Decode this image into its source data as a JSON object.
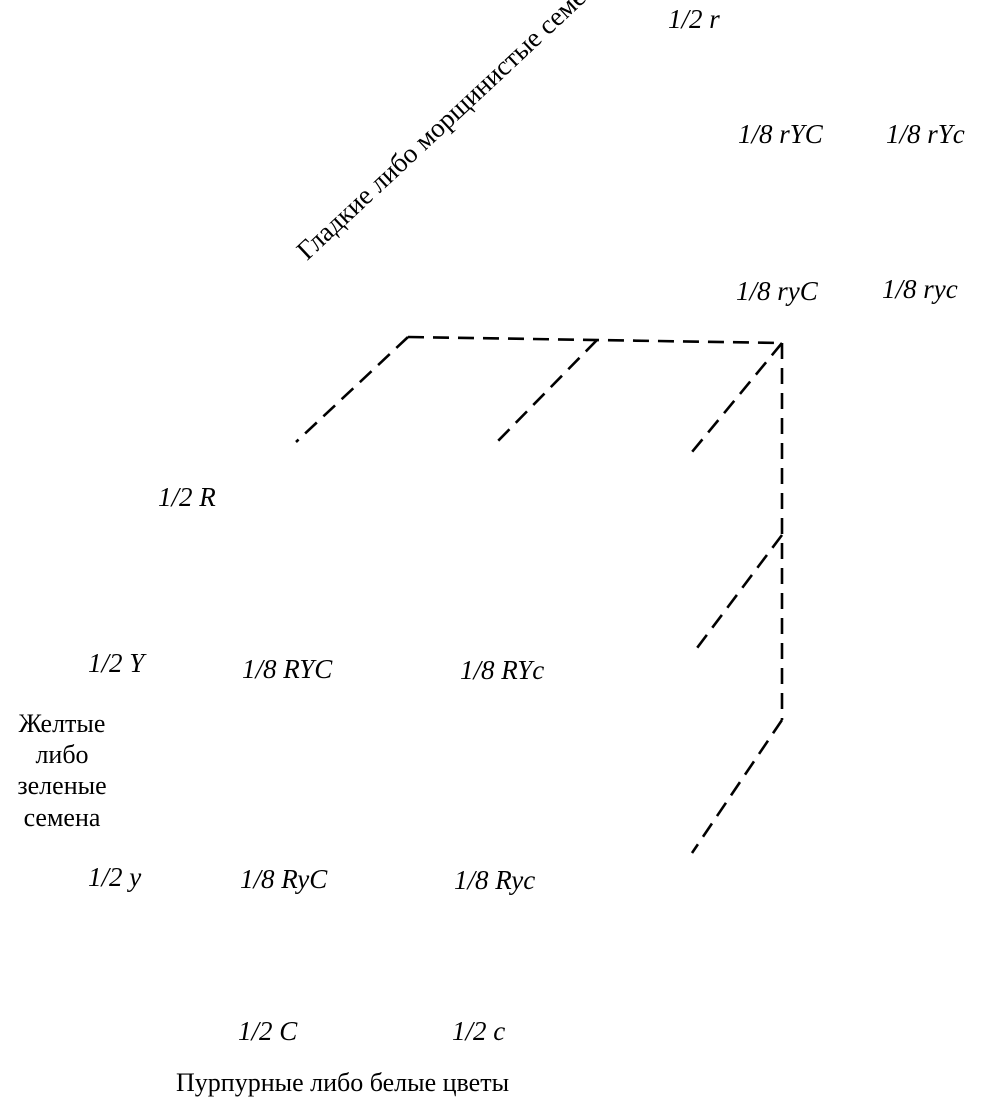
{
  "axes": {
    "depth": {
      "label": "Гладкие либо морщинистые семена"
    },
    "vertical": {
      "lines": [
        "Желтые",
        "либо",
        "зеленые",
        "семена"
      ]
    },
    "horizontal": {
      "label": "Пурпурные либо белые цветы"
    }
  },
  "marginals": {
    "R": "1/2 R",
    "r": "1/2 r",
    "Y": "1/2 Y",
    "y": "1/2 y",
    "C": "1/2 C",
    "c": "1/2 c"
  },
  "front_cells": {
    "RYC": "1/8 RYC",
    "RYc": "1/8 RYc",
    "RyC": "1/8 RyC",
    "Ryc": "1/8 Ryc"
  },
  "back_cells": {
    "rYC": "1/8 rYC",
    "rYc": "1/8 rYc",
    "ryC": "1/8 ryC",
    "ryc": "1/8 ryc"
  },
  "style": {
    "line_color": "#000000",
    "background": "#ffffff"
  }
}
